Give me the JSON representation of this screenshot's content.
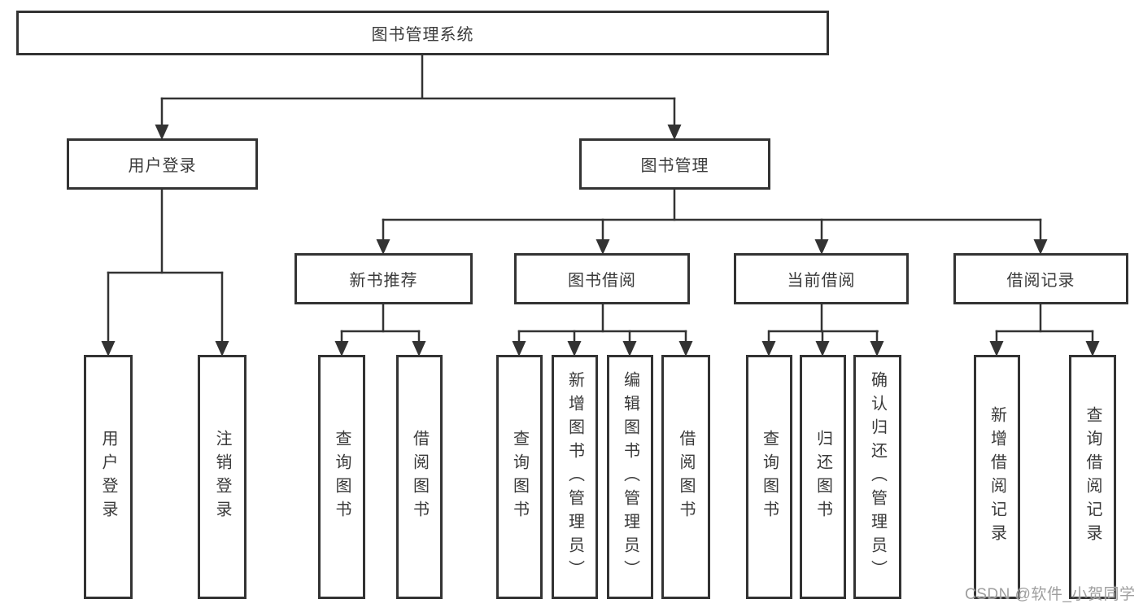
{
  "diagram": {
    "root": {
      "label": "图书管理系统"
    },
    "level2": [
      {
        "id": "user-login",
        "label": "用户登录"
      },
      {
        "id": "book-management",
        "label": "图书管理"
      }
    ],
    "level3": [
      {
        "id": "new-book-recommend",
        "label": "新书推荐"
      },
      {
        "id": "book-borrow",
        "label": "图书借阅"
      },
      {
        "id": "current-borrow",
        "label": "当前借阅"
      },
      {
        "id": "borrow-records",
        "label": "借阅记录"
      }
    ],
    "leaves": [
      {
        "parent": "user-login",
        "label": "用户登录"
      },
      {
        "parent": "user-login",
        "label": "注销登录"
      },
      {
        "parent": "new-book-recommend",
        "label": "查询图书"
      },
      {
        "parent": "new-book-recommend",
        "label": "借阅图书"
      },
      {
        "parent": "book-borrow",
        "label": "查询图书"
      },
      {
        "parent": "book-borrow",
        "label": "新增图书（管理员）"
      },
      {
        "parent": "book-borrow",
        "label": "编辑图书（管理员）"
      },
      {
        "parent": "book-borrow",
        "label": "借阅图书"
      },
      {
        "parent": "current-borrow",
        "label": "查询图书"
      },
      {
        "parent": "current-borrow",
        "label": "归还图书"
      },
      {
        "parent": "current-borrow",
        "label": "确认归还（管理员）"
      },
      {
        "parent": "borrow-records",
        "label": "新增借阅记录"
      },
      {
        "parent": "borrow-records",
        "label": "查询借阅记录"
      }
    ]
  },
  "watermark": {
    "text": "CSDN @软件_小贺同学"
  },
  "colors": {
    "line": "#333333",
    "border": "#333333",
    "text": "#3a3a3a",
    "background": "#ffffff",
    "watermark": "#9e9e9e"
  }
}
